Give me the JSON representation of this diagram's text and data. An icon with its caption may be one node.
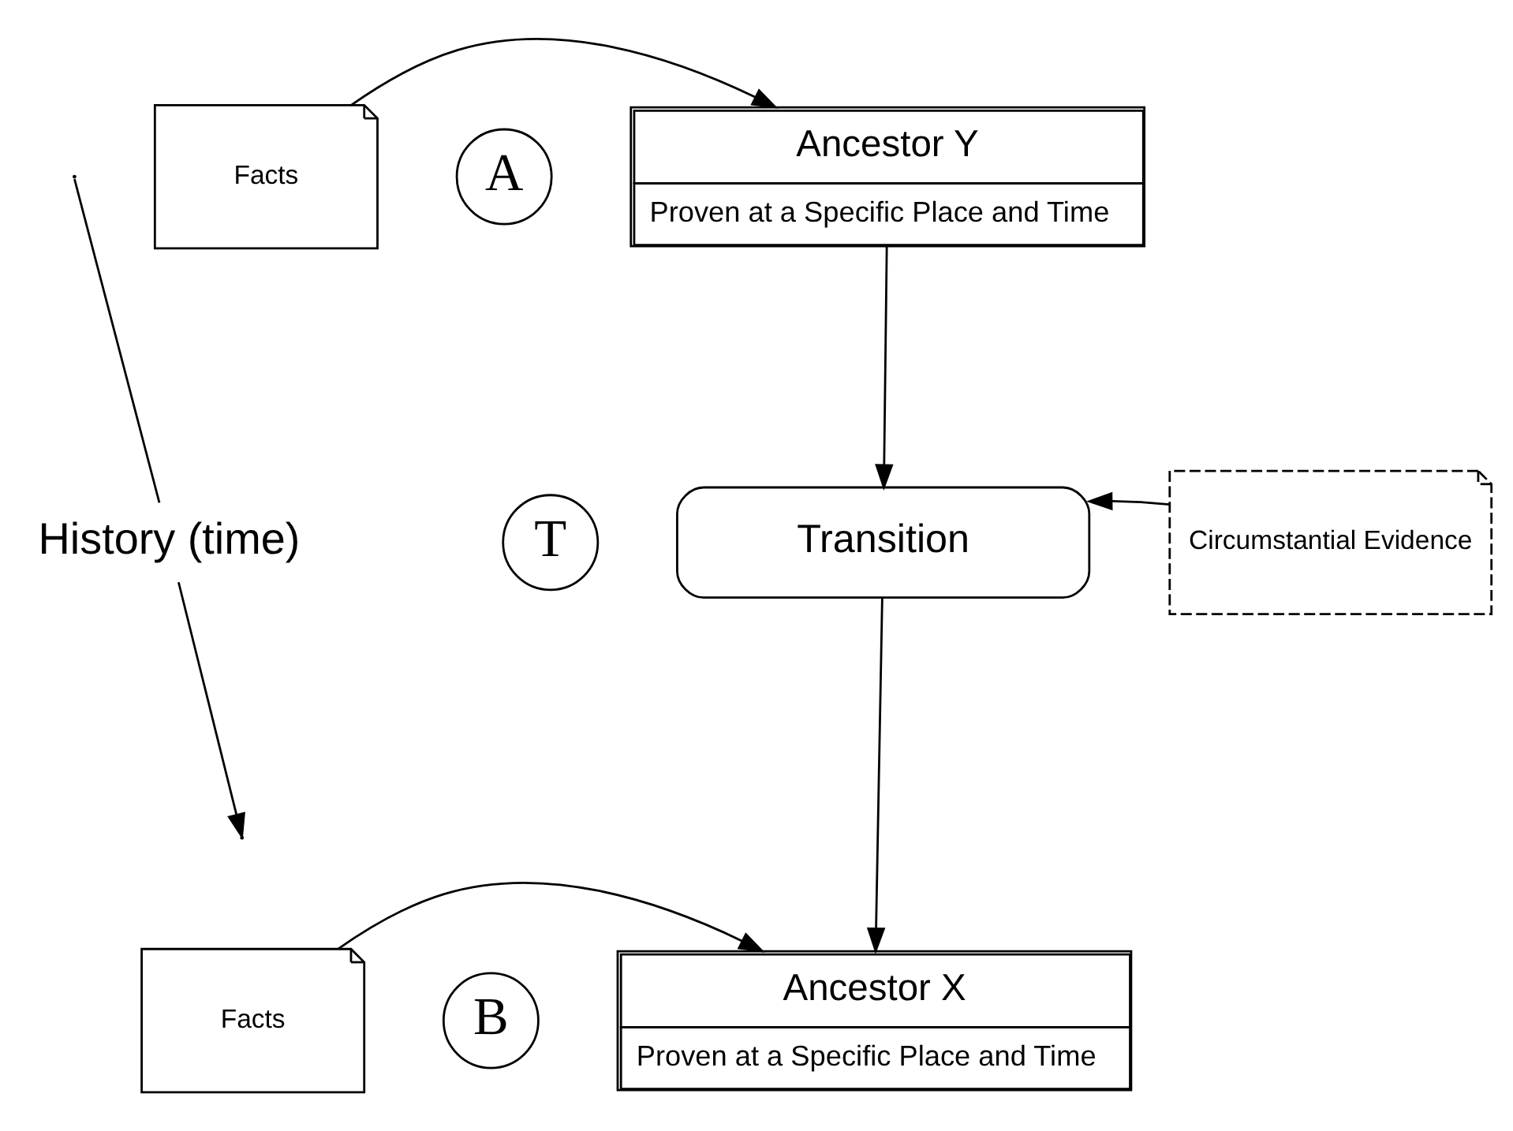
{
  "diagram": {
    "nodes": [
      {
        "text": [
          "A"
        ]
      },
      {
        "text": [
          "Ancestor Y",
          "Proven at a Specific Place and Time"
        ]
      },
      {
        "text": [
          "Facts"
        ]
      },
      {
        "text": [
          "T"
        ]
      },
      {
        "text": [
          "Transition"
        ]
      },
      {
        "text": [
          "Circumstantial Evidence"
        ]
      },
      {
        "text": [
          "B"
        ]
      },
      {
        "text": [
          "Ancestor X",
          "Proven at a Specific Place and Time"
        ]
      },
      {
        "text": [
          "Facts"
        ]
      }
    ],
    "edges": [
      {
        "from": 2,
        "to": 1,
        "arrow": "to"
      },
      {
        "from": 1,
        "to": 4,
        "arrow": "to"
      },
      {
        "from": 5,
        "to": 4,
        "arrow": "to"
      },
      {
        "from": 4,
        "to": 7,
        "arrow": "to"
      },
      {
        "from": 8,
        "to": 7,
        "arrow": "to"
      }
    ],
    "labels": [
      "History (time)"
    ]
  }
}
